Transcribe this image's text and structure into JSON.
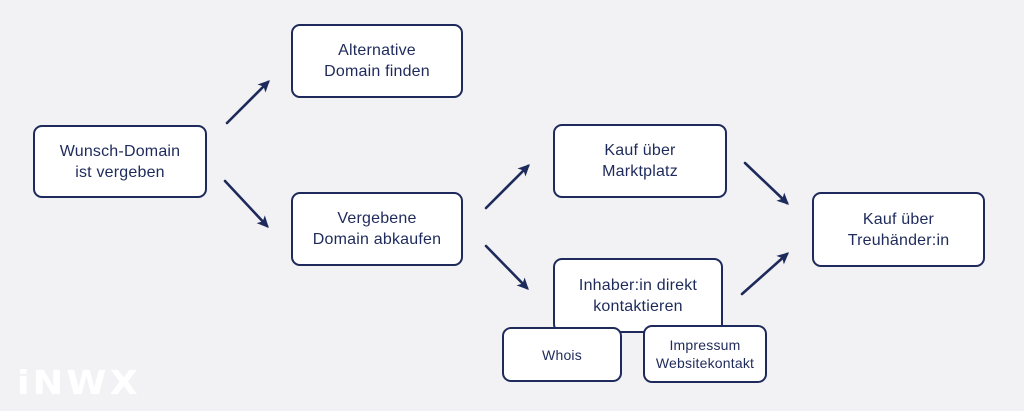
{
  "colors": {
    "background": "#f2f2f4",
    "node_fill": "#ffffff",
    "accent": "#1e2a5b",
    "logo_text_color": "#ffffff"
  },
  "nodes": [
    {
      "id": "wunsch-domain-ist-vergeben",
      "lines": [
        "Wunsch-Domain",
        "ist vergeben"
      ]
    },
    {
      "id": "alternative-domain-finden",
      "lines": [
        "Alternative",
        "Domain finden"
      ]
    },
    {
      "id": "vergebene-domain-abkaufen",
      "lines": [
        "Vergebene",
        "Domain abkaufen"
      ]
    },
    {
      "id": "kauf-ueber-marktplatz",
      "lines": [
        "Kauf über",
        "Marktplatz"
      ]
    },
    {
      "id": "inhaber-direkt-kontaktieren",
      "lines": [
        "Inhaber:in direkt",
        "kontaktieren"
      ]
    },
    {
      "id": "kauf-ueber-treuhaender",
      "lines": [
        "Kauf über",
        "Treuhänder:in"
      ]
    },
    {
      "id": "whois",
      "lines": [
        "Whois"
      ]
    },
    {
      "id": "impressum-websitekontakt",
      "lines": [
        "Impressum",
        "Websitekontakt"
      ]
    }
  ],
  "edges": [
    {
      "from": "wunsch-domain-ist-vergeben",
      "to": "alternative-domain-finden",
      "type": "arrow"
    },
    {
      "from": "wunsch-domain-ist-vergeben",
      "to": "vergebene-domain-abkaufen",
      "type": "arrow"
    },
    {
      "from": "vergebene-domain-abkaufen",
      "to": "kauf-ueber-marktplatz",
      "type": "arrow"
    },
    {
      "from": "vergebene-domain-abkaufen",
      "to": "inhaber-direkt-kontaktieren",
      "type": "arrow"
    },
    {
      "from": "kauf-ueber-marktplatz",
      "to": "kauf-ueber-treuhaender",
      "type": "arrow"
    },
    {
      "from": "inhaber-direkt-kontaktieren",
      "to": "kauf-ueber-treuhaender",
      "type": "arrow"
    },
    {
      "from": "inhaber-direkt-kontaktieren",
      "to": "whois",
      "type": "attached"
    },
    {
      "from": "inhaber-direkt-kontaktieren",
      "to": "impressum-websitekontakt",
      "type": "attached"
    }
  ],
  "logo": {
    "text": "iNWX"
  }
}
